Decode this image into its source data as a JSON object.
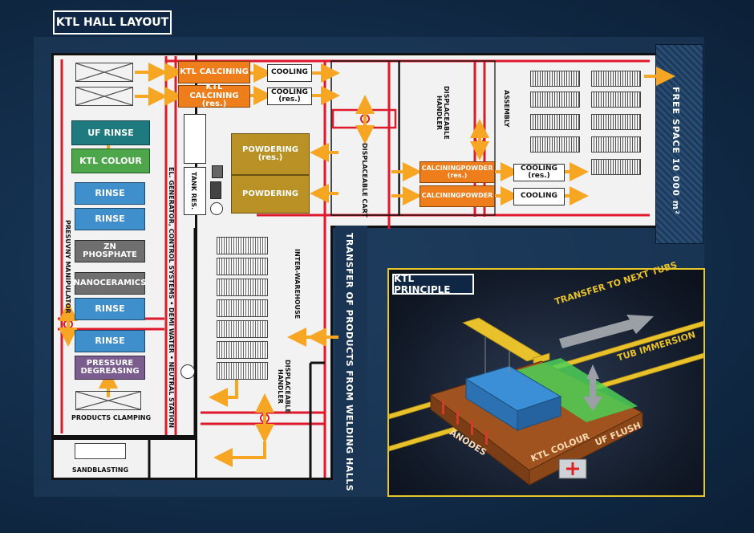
{
  "layout_title": "KTL HALL LAYOUT",
  "principle_title": "KTL PRINCIPLE",
  "colors": {
    "background": "#143252",
    "rail_red": "#e0182b",
    "arrow": "#f6a623",
    "frame_yellow": "#f2cc2a",
    "tub_brown": "#a0521f",
    "tub_blue": "#3a8fd6",
    "tub_green": "#4bd056"
  },
  "pretreatment": {
    "uf_rinse": "UF RINSE",
    "ktl_colour": "KTL COLOUR",
    "rinse_1": "RINSE",
    "rinse_2": "RINSE",
    "zn_phosphate": "ZN PHOSPHATE",
    "nanoceramics": "NANOCERAMICS",
    "rinse_3": "RINSE",
    "rinse_4": "RINSE",
    "pressure_degreasing": "PRESSURE DEGREASING",
    "products_clamping": "PRODUCTS CLAMPING",
    "sandblasting": "SANDBLASTING",
    "manipulator": "PRESUVNY MANIPULATOR"
  },
  "utilities": {
    "systems": "EL. GENERATOR, CONTROL SYSTEMS • DEMI WATER • NEUTRAL STATION",
    "tank_res": "TANK RES."
  },
  "curing": {
    "ktl_calcining": "KTL CALCINING",
    "ktl_calcining_res": "KTL CALCINING (res.)",
    "cooling": "COOLING",
    "cooling_res": "COOLING (res.)",
    "powdering_res": "POWDERING (res.)",
    "powdering": "POWDERING",
    "displaceable_cart": "DISPLACEABLE CART",
    "calcining_powder_res": "CALCININGPOWDER (res.)",
    "calcining_powder": "CALCININGPOWDER",
    "cooling_res_2": "COOLING (res.)",
    "cooling_2": "COOLING",
    "displaceable_handler": "DISPLACEABLE HANDLER",
    "assembly": "ASSEMBLY",
    "free_space": "FREE SPACE 10 000 m²"
  },
  "warehouse": {
    "inter_warehouse": "INTER-WAREHOUSE",
    "displaceable_handler": "DISPLACEABLE HANDLER",
    "transfer": "TRANSFER OF PRODUCTS FROM WELDING HALLS"
  },
  "principle": {
    "transfer_to_next_tubs": "TRANSFER TO NEXT TUBS",
    "tub_immersion": "TUB IMMERSION",
    "anodes": "ANODES",
    "ktl_colour": "KTL COLOUR",
    "uf_flush": "UF FLUSH"
  }
}
